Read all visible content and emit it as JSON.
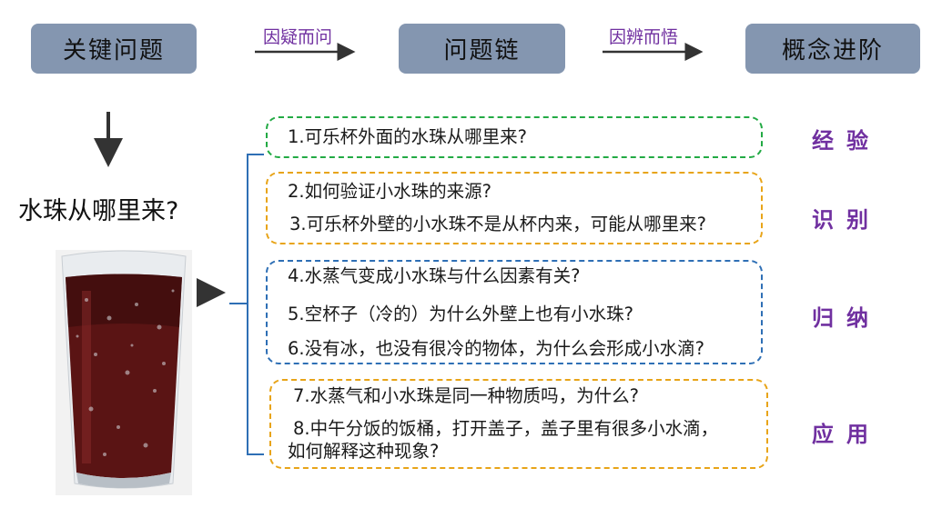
{
  "header": {
    "box1": "关键问题",
    "arrow1_label": "因疑而问",
    "box2": "问题链",
    "arrow2_label": "因辨而悟",
    "box3": "概念进阶"
  },
  "main_question": "水珠从哪里来?",
  "image": {
    "subject": "glass-of-cola-with-condensation"
  },
  "groups": [
    {
      "color": "#22aa44",
      "category": "经验",
      "questions": [
        "1.可乐杯外面的水珠从哪里来?"
      ]
    },
    {
      "color": "#e8a418",
      "category": "识别",
      "questions": [
        "2.如何验证小水珠的来源?",
        "3.可乐杯外壁的小水珠不是从杯内来，可能从哪里来?"
      ]
    },
    {
      "color": "#2e6fb5",
      "category": "归纳",
      "questions": [
        "4.水蒸气变成小水珠与什么因素有关?",
        "5.空杯子（冷的）为什么外壁上也有小水珠?",
        "6.没有冰，也没有很冷的物体，为什么会形成小水滴?"
      ]
    },
    {
      "color": "#e8a418",
      "category": "应用",
      "questions": [
        "7.水蒸气和小水珠是同一种物质吗，为什么?",
        "8.中午分饭的饭桶，打开盖子，盖子里有很多小水滴，",
        "如何解释这种现象?"
      ]
    }
  ],
  "colors": {
    "header_box": "#8496b0",
    "category_text": "#7030a0",
    "bracket": "#2e6fb5"
  }
}
